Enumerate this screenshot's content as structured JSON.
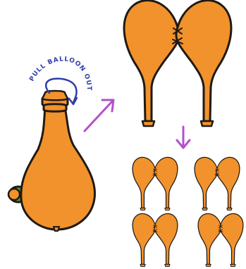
{
  "instruction_label": "PULL BALLOON OUT",
  "icons": {
    "step_one": "inflated-balloon-with-ring",
    "step_two": "twisted-balloon-pair",
    "step_three": "four-balloon-pairs",
    "arrow_up": "diagonal-arrow-icon",
    "arrow_down": "down-arrow-icon",
    "curl_arrow": "curved-arrow-icon"
  },
  "colors": {
    "balloon": "#f2922c",
    "outline": "#1f1a14",
    "ring": "#4b9a2e",
    "arrow": "#b450c9",
    "label": "#2e3ea8"
  }
}
